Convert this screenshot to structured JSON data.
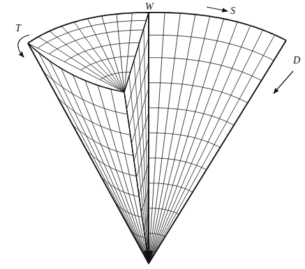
{
  "diagram": {
    "labels": [
      "W",
      "S",
      "T",
      "D"
    ]
  }
}
